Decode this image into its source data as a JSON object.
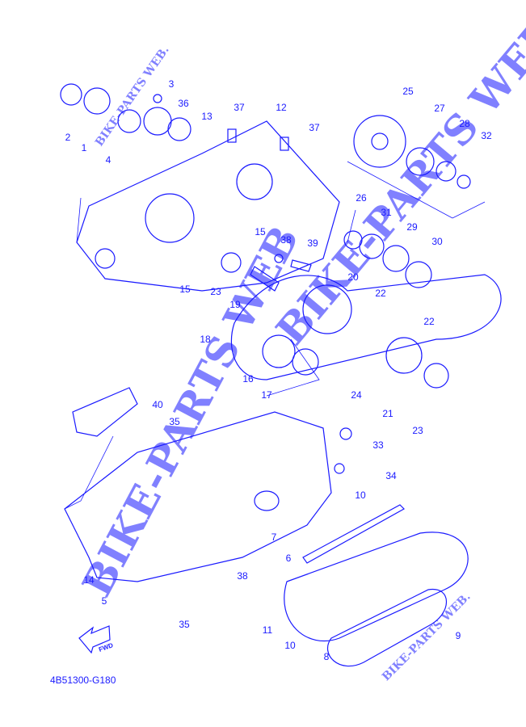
{
  "diagram": {
    "part_code": "4B51300-G180",
    "fwd_label": "FWD",
    "watermark_large": "BIKE-PARTS WEB",
    "watermark_small": "BIKE-PARTS WEB.",
    "accent_color": "#1a1aff",
    "callouts": [
      "2",
      "1",
      "3",
      "36",
      "4",
      "13",
      "37",
      "12",
      "37",
      "25",
      "27",
      "28",
      "32",
      "26",
      "31",
      "29",
      "30",
      "15",
      "38",
      "39",
      "15",
      "23",
      "19",
      "20",
      "22",
      "22",
      "18",
      "16",
      "17",
      "24",
      "21",
      "23",
      "40",
      "35",
      "33",
      "34",
      "10",
      "7",
      "6",
      "14",
      "5",
      "38",
      "35",
      "11",
      "10",
      "9",
      "8"
    ]
  }
}
